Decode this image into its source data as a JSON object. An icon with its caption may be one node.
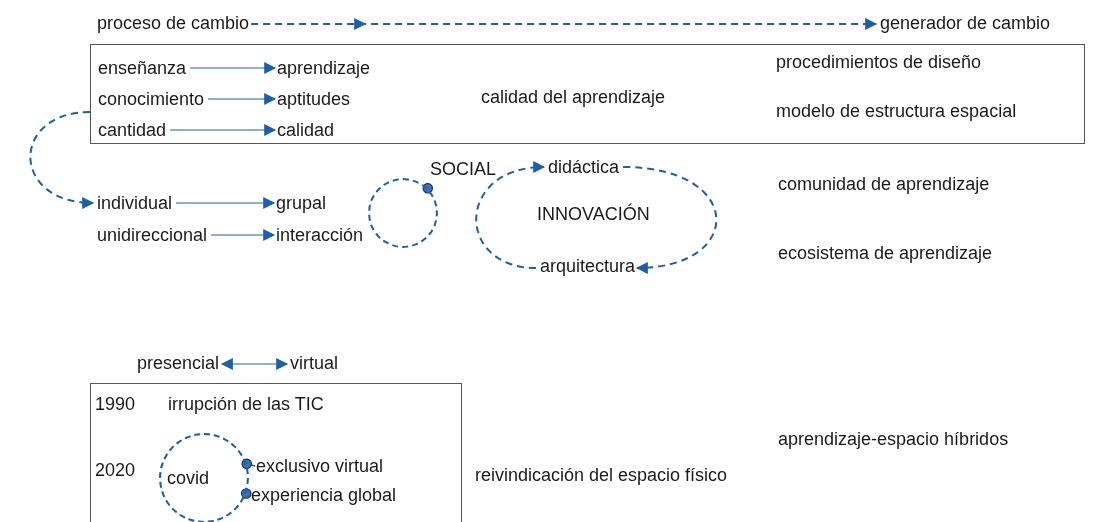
{
  "diagram": {
    "nodes": [
      {
        "text": [
          "proceso de cambio"
        ]
      },
      {
        "text": [
          "generador de cambio"
        ]
      },
      {
        "text": [],
        "shape": "box"
      },
      {
        "text": [
          "enseñanza"
        ],
        "in": 2
      },
      {
        "text": [
          "aprendizaje"
        ],
        "in": 2
      },
      {
        "text": [
          "conocimiento"
        ],
        "in": 2
      },
      {
        "text": [
          "aptitudes"
        ],
        "in": 2
      },
      {
        "text": [
          "cantidad"
        ],
        "in": 2
      },
      {
        "text": [
          "calidad"
        ],
        "in": 2
      },
      {
        "text": [
          "calidad del aprendizaje"
        ],
        "in": 2
      },
      {
        "text": [
          "procedimientos de diseño"
        ],
        "in": 2
      },
      {
        "text": [
          "modelo de estructura espacial"
        ],
        "in": 2
      },
      {
        "text": [
          "individual"
        ]
      },
      {
        "text": [
          "grupal"
        ]
      },
      {
        "text": [
          "unidireccional"
        ]
      },
      {
        "text": [
          "interacción"
        ]
      },
      {
        "text": [],
        "shape": "circle"
      },
      {
        "text": [
          "SOCIAL"
        ]
      },
      {
        "text": [
          "didáctica"
        ]
      },
      {
        "text": [
          "INNOVACIÓN"
        ]
      },
      {
        "text": [
          "arquitectura"
        ]
      },
      {
        "text": [
          "presencial"
        ]
      },
      {
        "text": [
          "virtual"
        ]
      },
      {
        "text": [],
        "shape": "box"
      },
      {
        "text": [
          "1990"
        ],
        "in": 23
      },
      {
        "text": [
          "irrupción de las TIC"
        ],
        "in": 23
      },
      {
        "text": [
          "2020"
        ],
        "in": 23
      },
      {
        "text": [
          "covid"
        ],
        "in": 23
      },
      {
        "text": [
          "exclusivo virtual"
        ],
        "in": 23
      },
      {
        "text": [
          "experiencia global"
        ],
        "in": 23
      }
    ],
    "edges": [
      {
        "from": 0,
        "to": 1,
        "arrow": "to",
        "style": "dashed"
      },
      {
        "from": 3,
        "to": 4,
        "arrow": "to"
      },
      {
        "from": 5,
        "to": 6,
        "arrow": "to"
      },
      {
        "from": 7,
        "to": 8,
        "arrow": "to"
      },
      {
        "from": 2,
        "to": 12,
        "arrow": "to",
        "style": "dashed"
      },
      {
        "from": 12,
        "to": 13,
        "arrow": "to"
      },
      {
        "from": 14,
        "to": 15,
        "arrow": "to"
      },
      {
        "from": 16,
        "to": 17,
        "arrow": "other"
      },
      {
        "from": 20,
        "to": 18,
        "arrow": "to",
        "style": "dashed"
      },
      {
        "from": 18,
        "to": 20,
        "arrow": "to",
        "style": "dashed"
      },
      {
        "from": 21,
        "to": 22,
        "arrow": "both"
      },
      {
        "from": 27,
        "to": 28,
        "arrow": "other"
      },
      {
        "from": 27,
        "to": 29,
        "arrow": "other"
      }
    ],
    "labels": [
      "comunidad de aprendizaje",
      "ecosistema de aprendizaje",
      "aprendizaje-espacio híbridos",
      "reivindicación del espacio físico"
    ]
  }
}
